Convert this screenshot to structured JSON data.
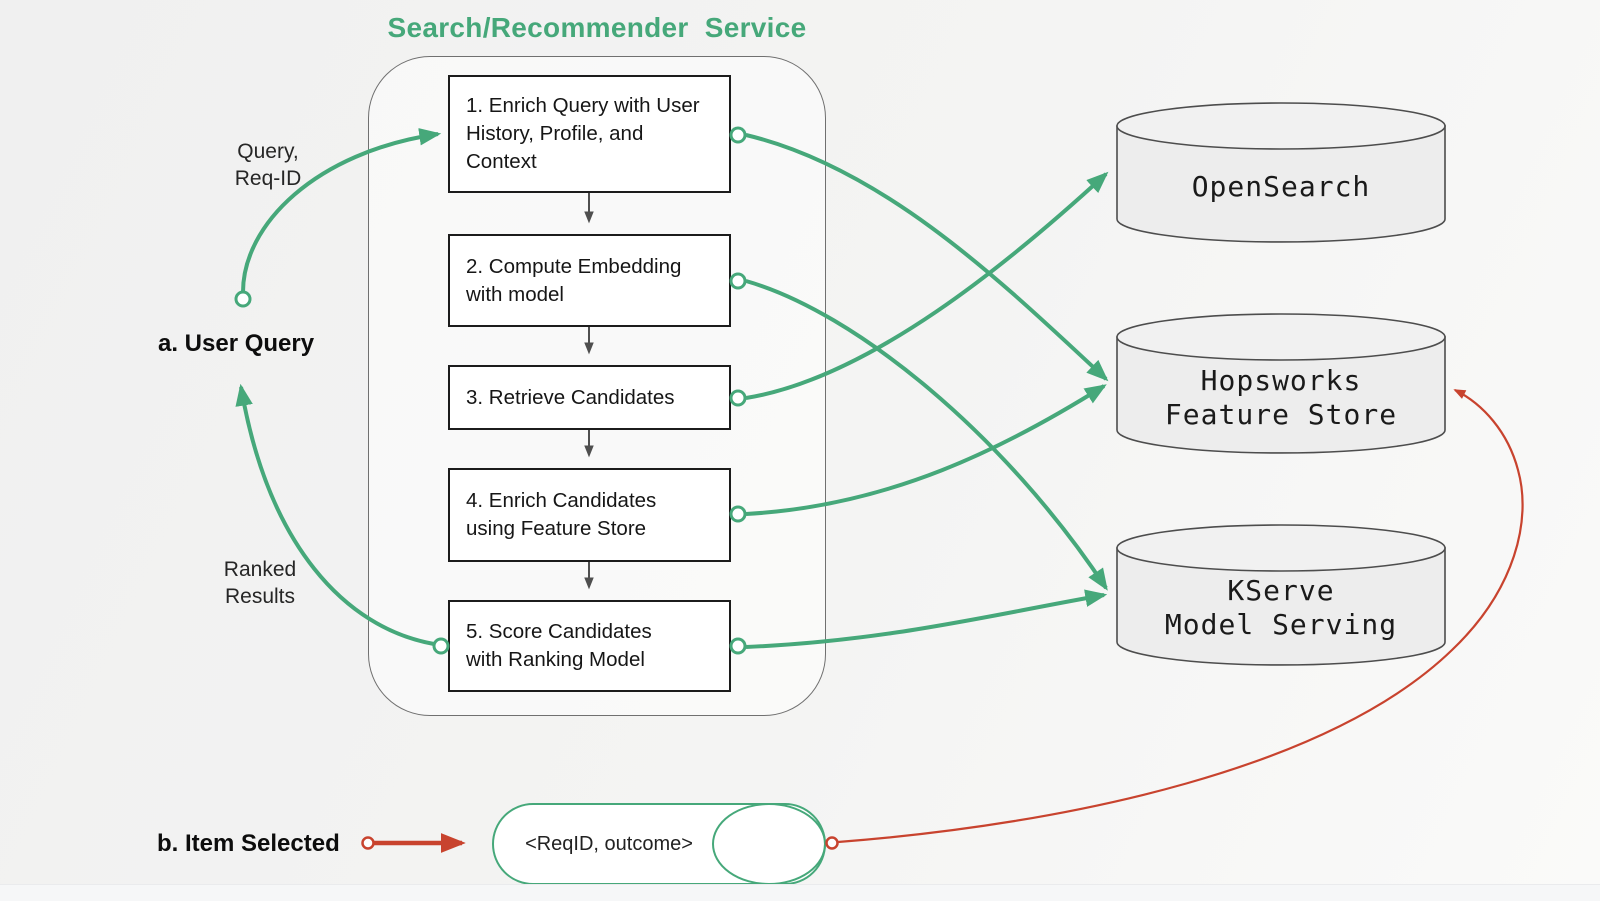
{
  "title": "Search/Recommender  Service",
  "labels": {
    "flow_a": "a. User Query",
    "flow_b": "b. Item Selected",
    "query_reqid": "Query,\nReq-ID",
    "ranked_results": "Ranked\nResults",
    "event_pill": "<ReqID, outcome>"
  },
  "flow_steps": [
    {
      "label": "1. Enrich Query with User\nHistory, Profile, and\nContext"
    },
    {
      "label": "2. Compute Embedding\nwith model"
    },
    {
      "label": "3. Retrieve Candidates"
    },
    {
      "label": "4. Enrich Candidates\nusing Feature Store"
    },
    {
      "label": "5. Score Candidates\nwith Ranking Model"
    }
  ],
  "datastores": [
    {
      "name": "OpenSearch"
    },
    {
      "name": "Hopsworks\nFeature Store"
    },
    {
      "name": "KServe\nModel Serving"
    }
  ],
  "edges": [
    {
      "from": "a. User Query",
      "to": "Step 1",
      "label": "Query, Req-ID",
      "color": "green"
    },
    {
      "from": "Step 1",
      "to": "Step 2",
      "color": "gray"
    },
    {
      "from": "Step 2",
      "to": "Step 3",
      "color": "gray"
    },
    {
      "from": "Step 3",
      "to": "Step 4",
      "color": "gray"
    },
    {
      "from": "Step 4",
      "to": "Step 5",
      "color": "gray"
    },
    {
      "from": "Step 1",
      "to": "Hopsworks Feature Store",
      "color": "green"
    },
    {
      "from": "Step 2",
      "to": "KServe Model Serving",
      "color": "green"
    },
    {
      "from": "Step 3",
      "to": "OpenSearch",
      "color": "green"
    },
    {
      "from": "Step 4",
      "to": "Hopsworks Feature Store",
      "color": "green"
    },
    {
      "from": "Step 5",
      "to": "KServe Model Serving",
      "color": "green"
    },
    {
      "from": "Step 5",
      "to": "a. User Query",
      "label": "Ranked Results",
      "color": "green"
    },
    {
      "from": "b. Item Selected",
      "to": "<ReqID, outcome>",
      "color": "red"
    },
    {
      "from": "<ReqID, outcome>",
      "to": "Hopsworks Feature Store",
      "color": "red"
    }
  ],
  "colors": {
    "green": "#46A87A",
    "red": "#C8432E",
    "gray": "#4f4f4f",
    "box_border": "#1c1c1c",
    "cyl_fill": "#EDEDED",
    "cyl_stroke": "#4d4d4d"
  }
}
